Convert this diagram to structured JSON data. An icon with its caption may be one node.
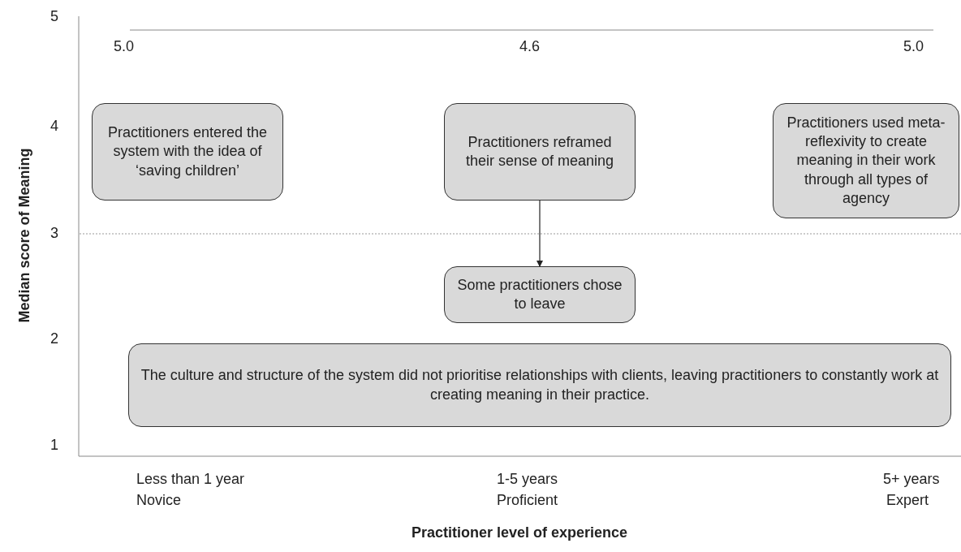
{
  "diagram": {
    "nodes": [
      {
        "text": [
          "Practitioners entered the system with the idea of ‘saving children’"
        ]
      },
      {
        "text": [
          "Practitioners reframed their sense of meaning"
        ]
      },
      {
        "text": [
          "Some practitioners chose to leave"
        ]
      },
      {
        "text": [
          "Practitioners used meta-reflexivity to create meaning in their work through all types of agency"
        ]
      },
      {
        "text": [
          "The culture and structure of the system did not prioritise relationships with clients, leaving practitioners to constantly work at creating meaning in their practice."
        ]
      }
    ],
    "edges": [
      {
        "from": 1,
        "to": 2,
        "arrow": "to"
      }
    ],
    "labels": [
      "5",
      "5.0",
      "4.6",
      "5.0",
      "4",
      "3",
      "2",
      "1",
      "Less than 1 year",
      "1-5 years",
      "5+ years",
      "Novice",
      "Proficient",
      "Expert",
      "Median score of Meaning",
      "Practitioner level of experience"
    ]
  }
}
